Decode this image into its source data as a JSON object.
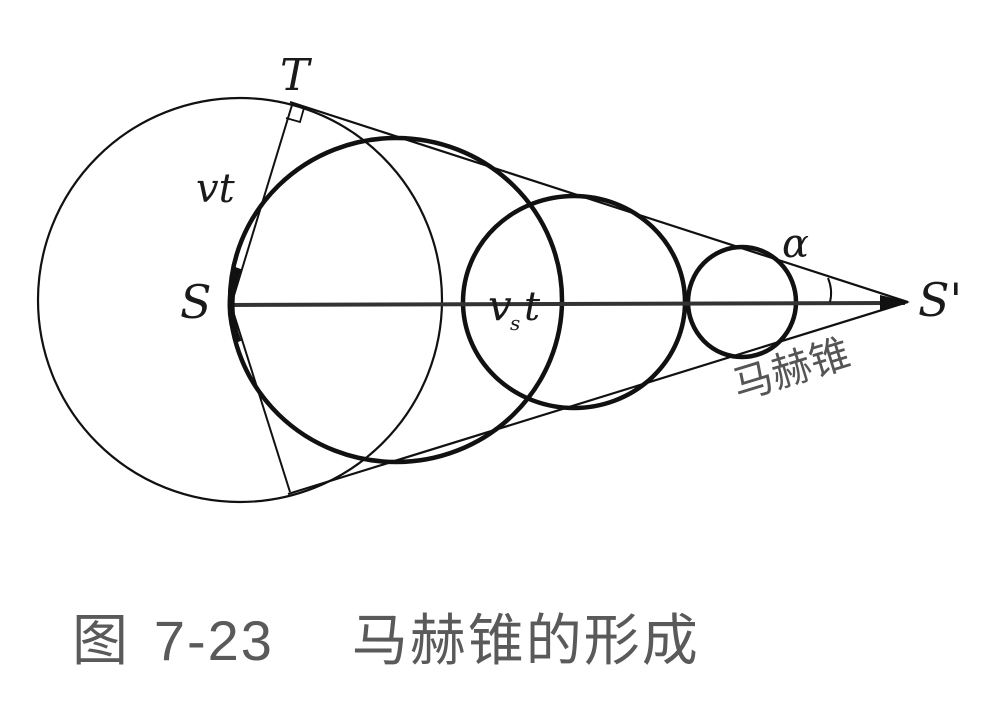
{
  "figure": {
    "labels": {
      "source": "S",
      "source_prime": "S'",
      "tangent_point": "T",
      "sound_radius": "vt",
      "source_travel": "v",
      "source_travel_sub": "s",
      "source_travel_t": "t",
      "angle": "α",
      "cone": "马赫锥"
    },
    "colors": {
      "line": "#111111",
      "axis": "#333333",
      "text": "#1a1a1a",
      "caption": "#5a5a5a",
      "background": "#ffffff"
    }
  },
  "caption": {
    "prefix": "图",
    "number": "7-23",
    "title": "马赫锥的形成"
  }
}
